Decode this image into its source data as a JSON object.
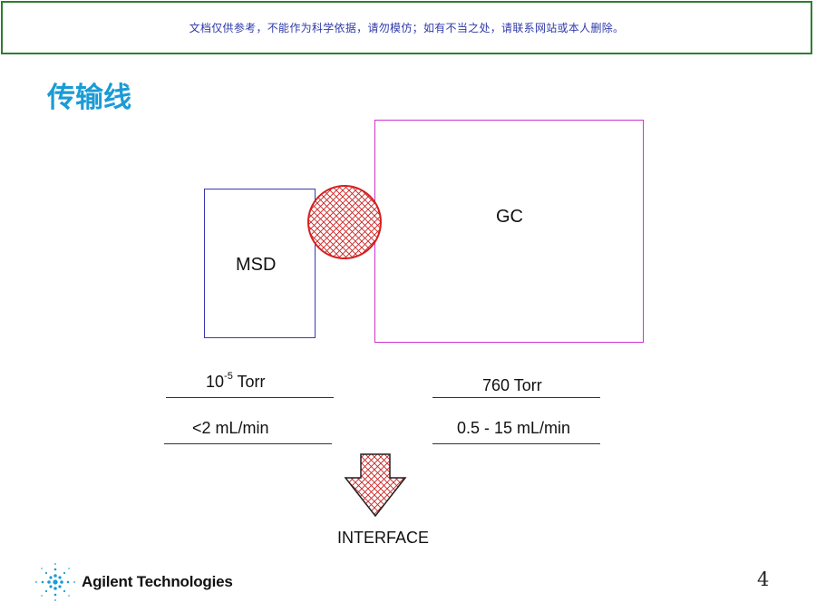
{
  "banner": {
    "text": "文档仅供参考，不能作为科学依据，请勿模仿；如有不当之处，请联系网站或本人删除。"
  },
  "title": "传输线",
  "diagram": {
    "msd_label": "MSD",
    "gc_label": "GC",
    "left_pressure_base": "10",
    "left_pressure_exp": "-5",
    "left_pressure_unit": " Torr",
    "right_pressure": "760 Torr",
    "left_flow": "<2 mL/min",
    "right_flow": "0.5 - 15 mL/min",
    "interface_label": "INTERFACE"
  },
  "footer": {
    "brand": "Agilent Technologies",
    "page_number": "4"
  },
  "colors": {
    "banner_border": "#2e7d32",
    "title": "#1a9bd6",
    "msd_border": "#3a3ab0",
    "gc_border": "#cc33cc",
    "hatch": "#cc2222",
    "logo": "#1a9bd6"
  }
}
